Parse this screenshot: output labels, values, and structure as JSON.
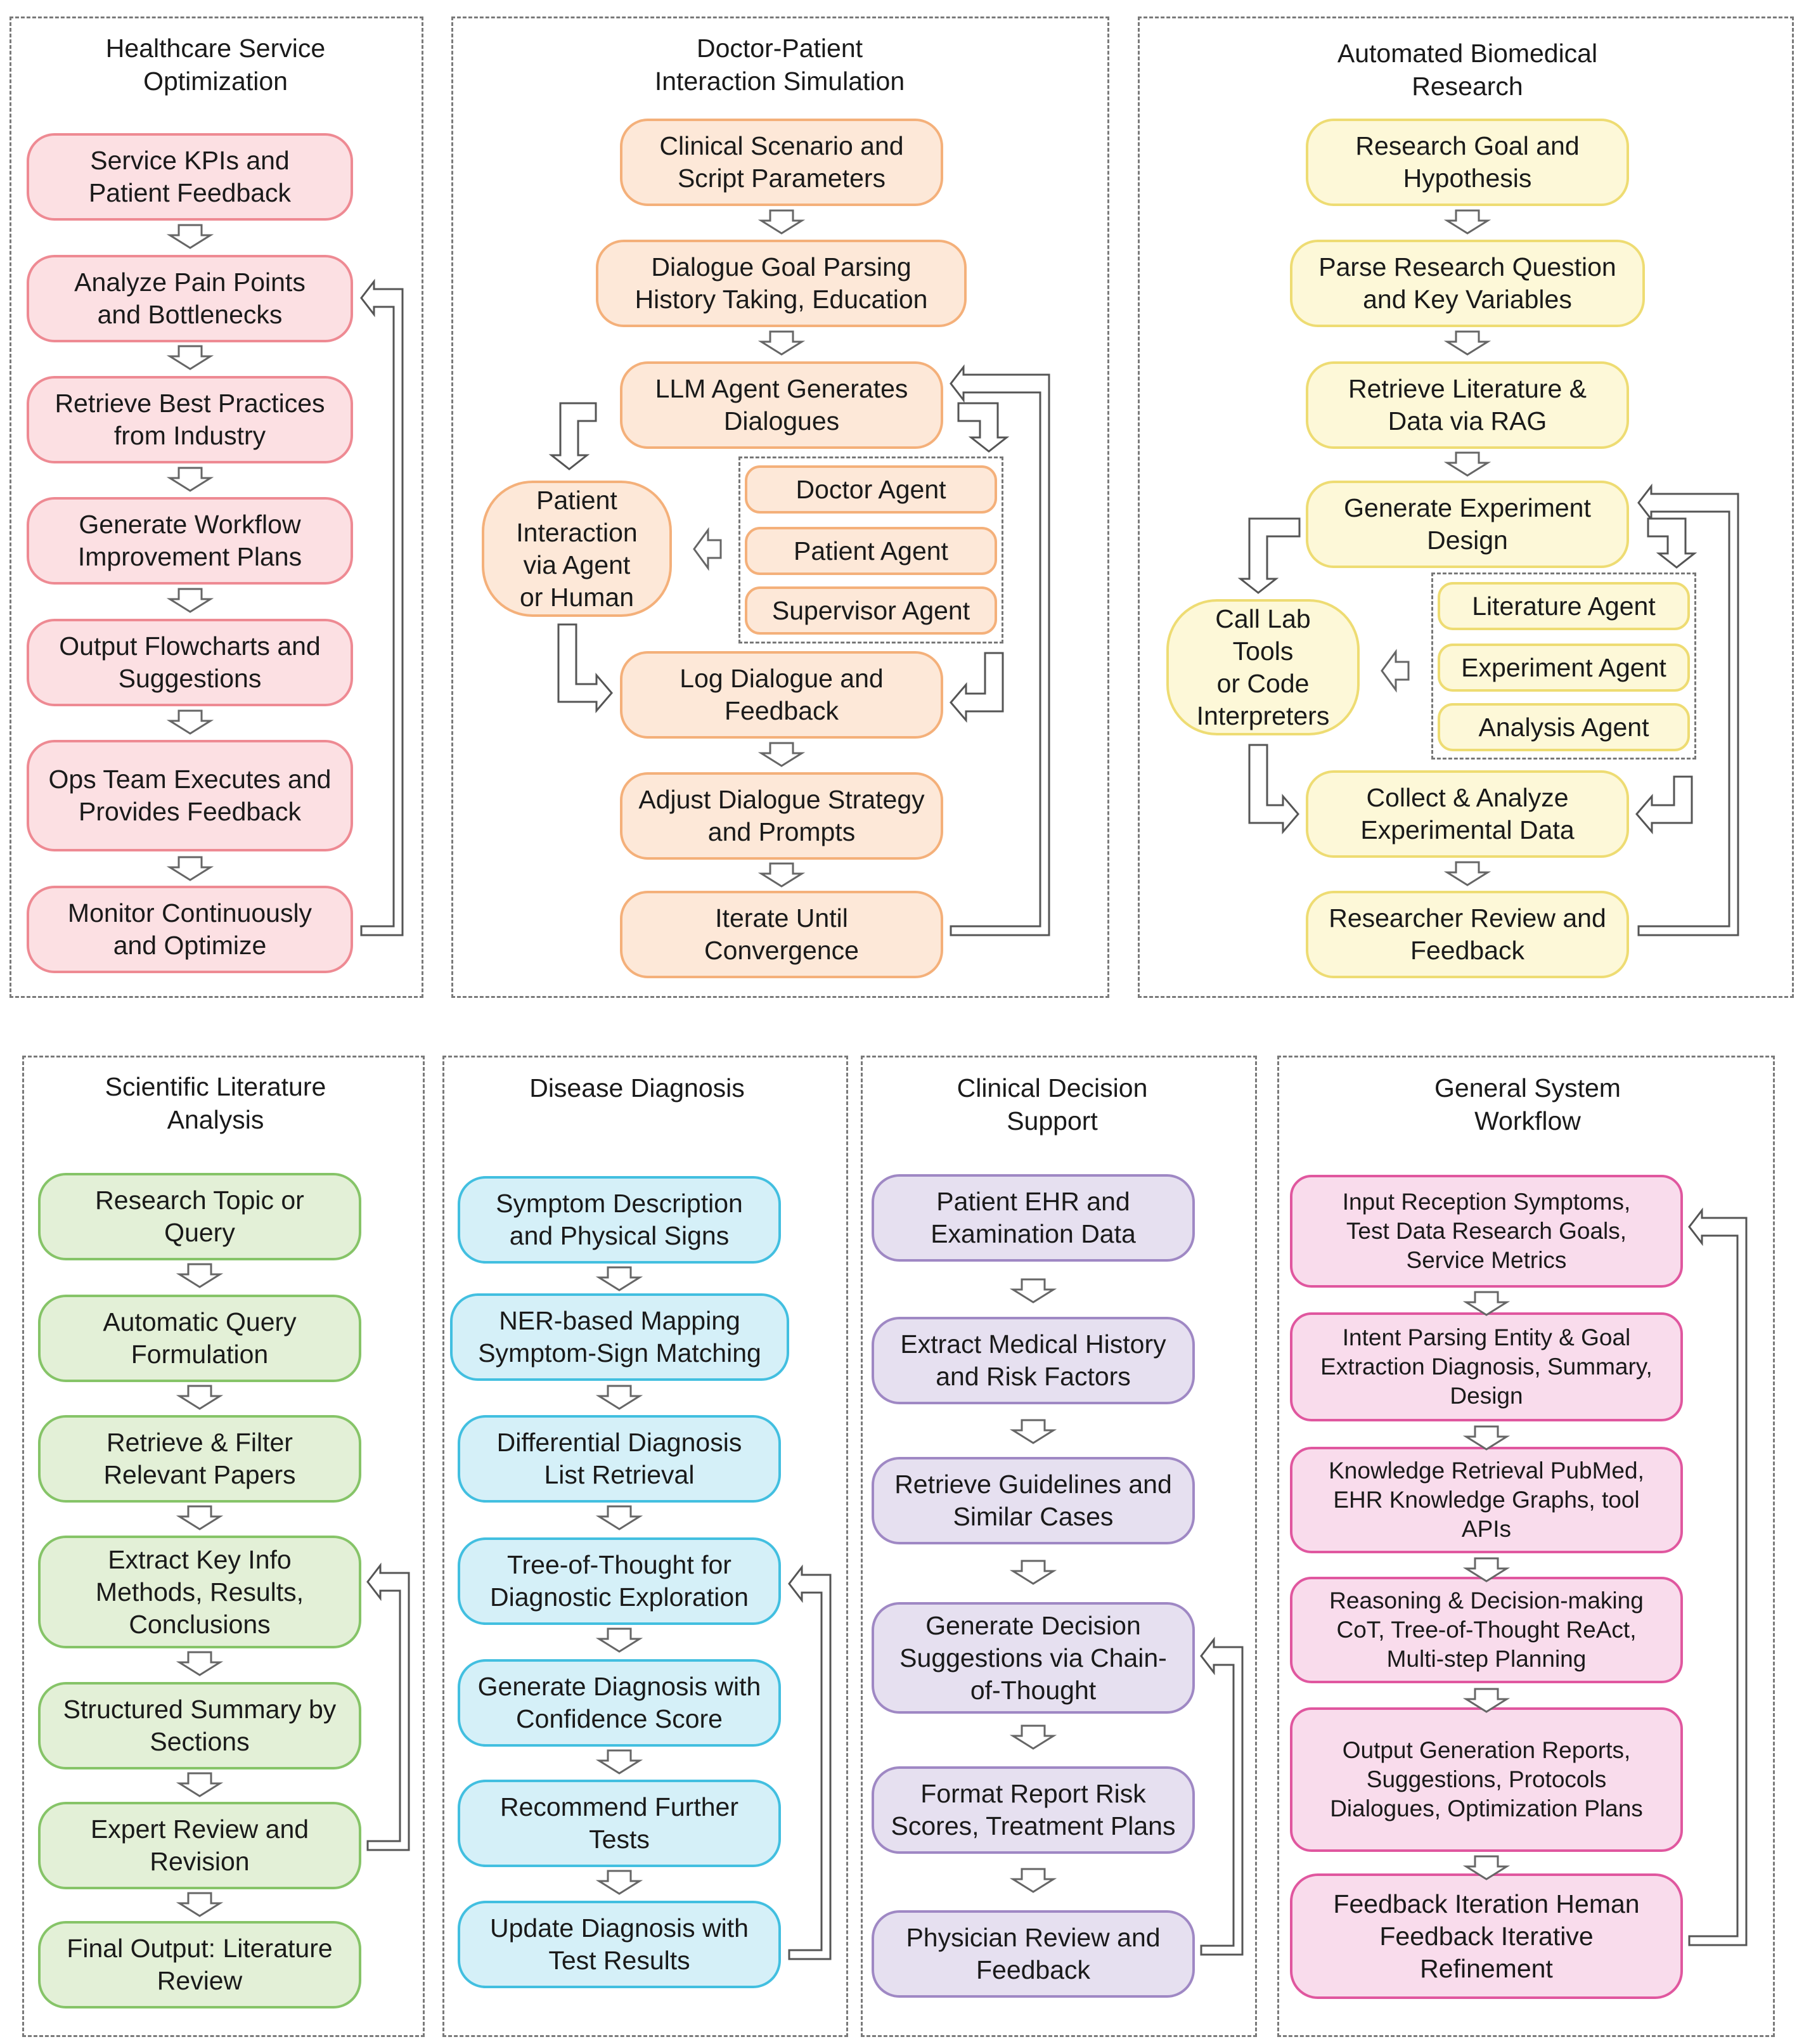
{
  "panels": {
    "healthcare": {
      "title": "Healthcare Service\nOptimization",
      "steps": [
        "Service KPIs and\nPatient Feedback",
        "Analyze Pain Points\nand Bottlenecks",
        "Retrieve Best Practices\nfrom Industry",
        "Generate Workflow\nImprovement Plans",
        "Output Flowcharts and\nSuggestions",
        "Ops Team Executes and\nProvides Feedback",
        "Monitor Continuously\nand Optimize"
      ]
    },
    "dialogue": {
      "title": "Doctor-Patient\nInteraction Simulation",
      "steps": [
        "Clinical Scenario and\nScript Parameters",
        "Dialogue Goal Parsing\nHistory Taking, Education",
        "LLM Agent Generates\nDialogues",
        "Log Dialogue and\nFeedback",
        "Adjust Dialogue Strategy\nand Prompts",
        "Iterate Until\nConvergence"
      ],
      "side": "Patient\nInteraction\nvia Agent\nor Human",
      "agents": [
        "Doctor Agent",
        "Patient Agent",
        "Supervisor Agent"
      ]
    },
    "research": {
      "title": "Automated Biomedical\nResearch",
      "steps": [
        "Research Goal and\nHypothesis",
        "Parse Research Question\nand Key Variables",
        "Retrieve Literature &\nData via RAG",
        "Generate Experiment\nDesign",
        "Collect & Analyze\nExperimental Data",
        "Researcher Review and\nFeedback"
      ],
      "side": "Call Lab\nTools\nor Code\nInterpreters",
      "agents": [
        "Literature Agent",
        "Experiment Agent",
        "Analysis Agent"
      ]
    },
    "literature": {
      "title": "Scientific Literature\nAnalysis",
      "steps": [
        "Research Topic or\nQuery",
        "Automatic Query\nFormulation",
        "Retrieve & Filter\nRelevant Papers",
        "Extract Key Info\nMethods, Results,\nConclusions",
        "Structured Summary by\nSections",
        "Expert Review and\nRevision",
        "Final Output: Literature\nReview"
      ]
    },
    "diagnosis": {
      "title": "Disease Diagnosis",
      "steps": [
        "Symptom Description\nand Physical Signs",
        "NER-based Mapping\nSymptom-Sign Matching",
        "Differential Diagnosis\nList Retrieval",
        "Tree-of-Thought for\nDiagnostic Exploration",
        "Generate Diagnosis with\nConfidence Score",
        "Recommend Further\nTests",
        "Update Diagnosis with\nTest Results"
      ]
    },
    "clinical": {
      "title": "Clinical Decision\nSupport",
      "steps": [
        "Patient EHR and\nExamination Data",
        "Extract Medical History\nand Risk Factors",
        "Retrieve Guidelines and\nSimilar Cases",
        "Generate Decision\nSuggestions via Chain-\nof-Thought",
        "Format Report Risk\nScores, Treatment Plans",
        "Physician Review and\nFeedback"
      ]
    },
    "general": {
      "title": "General System\nWorkflow",
      "steps": [
        "Input Reception  Symptoms,\nTest Data Research Goals,\nService Metrics",
        "Intent Parsing Entity & Goal\nExtraction Diagnosis, Summary,\nDesign",
        "Knowledge Retrieval PubMed,\nEHR Knowledge Graphs, tool\nAPIs",
        "Reasoning & Decision-making\nCoT, Tree-of-Thought ReAct,\nMulti-step Planning",
        "Output Generation Reports,\nSuggestions, Protocols\nDialogues, Optimization Plans",
        "Feedback Iteration Heman\nFeedback Iterative\nRefinement"
      ]
    }
  }
}
